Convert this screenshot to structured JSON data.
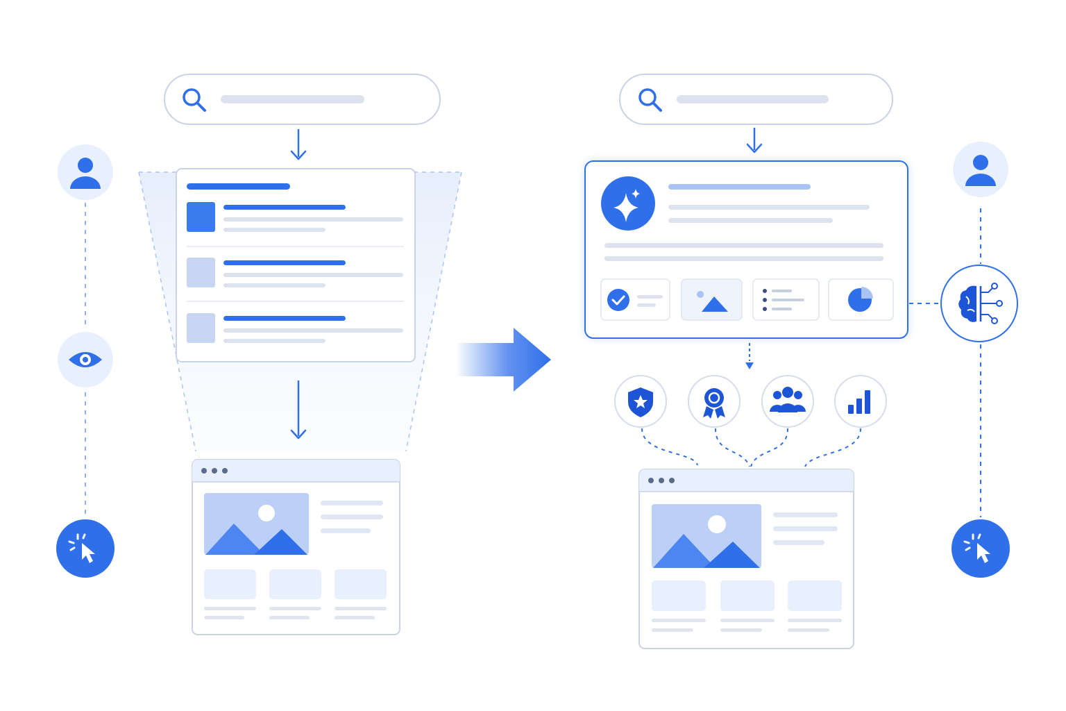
{
  "colors": {
    "primary": "#2f6fea",
    "primary_dark": "#1e55d6",
    "primary_soft": "#e8effd",
    "line_blue_soft": "#a9c3f4",
    "placeholder_gray": "#dde3ee",
    "border_gray": "#c9d3e3",
    "background": "#ffffff"
  },
  "icons": {
    "search": "search-icon",
    "user": "user-icon",
    "eye": "eye-icon",
    "click": "cursor-click-icon",
    "sparkle": "sparkle-icon",
    "check": "check-circle-icon",
    "image": "image-icon",
    "list": "list-icon",
    "pie": "pie-chart-icon",
    "ai": "ai-brain-circuit-icon",
    "shield": "shield-star-icon",
    "award": "award-ribbon-icon",
    "people": "people-group-icon",
    "bars": "bar-chart-icon",
    "transition": "arrow-right-icon"
  },
  "panels": {
    "left": [
      "search-bar",
      "results-list",
      "landing-page"
    ],
    "right": [
      "search-bar",
      "ai-answer-card",
      "trust-signals",
      "landing-page"
    ]
  }
}
